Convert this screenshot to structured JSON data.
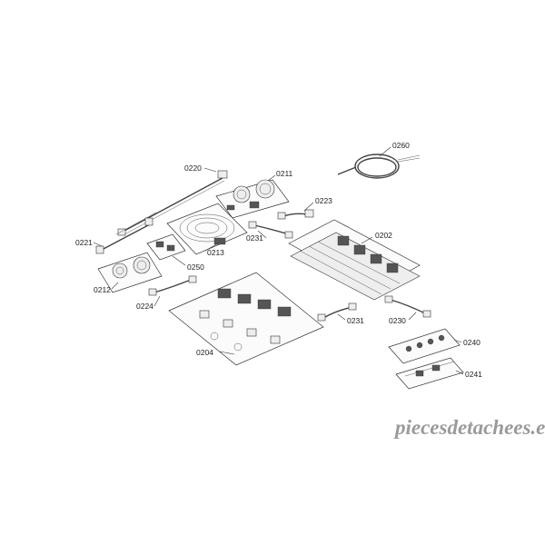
{
  "labels": {
    "p0260": "0260",
    "p0220": "0220",
    "p0211": "0211",
    "p0223": "0223",
    "p0221": "0221",
    "p0231a": "0231",
    "p0213": "0213",
    "p0202": "0202",
    "p0250": "0250",
    "p0212": "0212",
    "p0224": "0224",
    "p0231b": "0231",
    "p0230": "0230",
    "p0204": "0204",
    "p0240": "0240",
    "p0241": "0241"
  },
  "watermark": "piecesdetachees.elec.com"
}
